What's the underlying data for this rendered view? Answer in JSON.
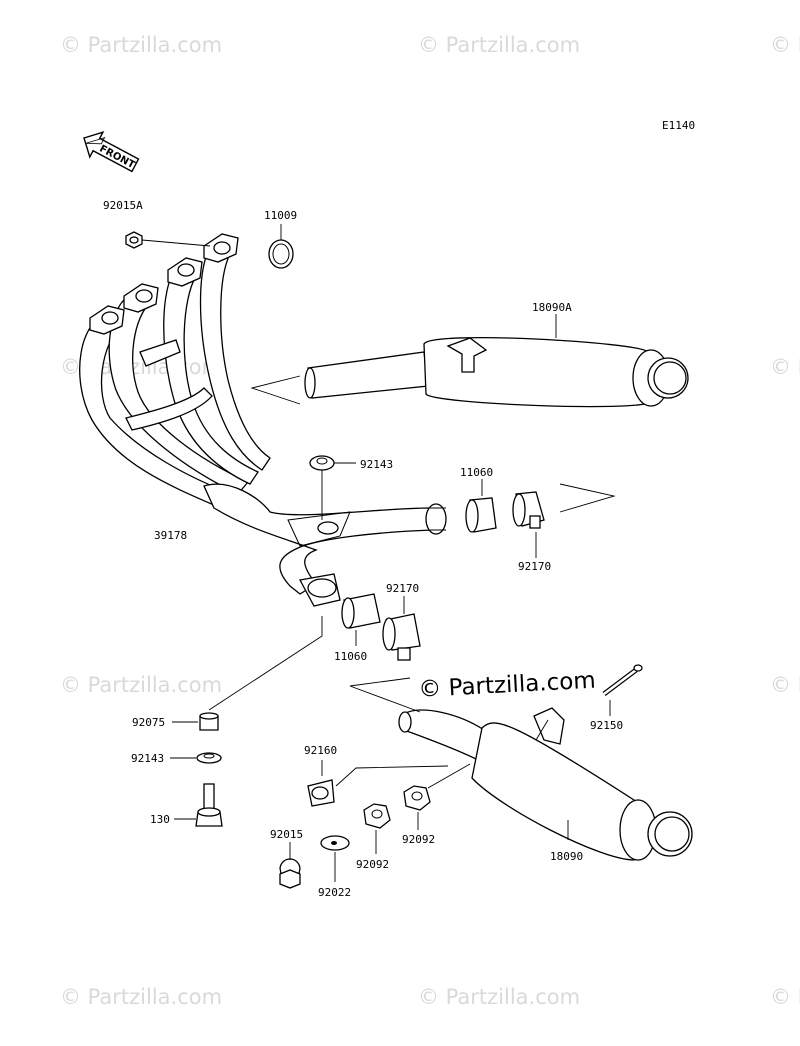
{
  "diagram_code": "E1140",
  "front_label": "FRONT",
  "watermark": "© Partzilla.com",
  "parts": [
    {
      "id": "p-92015A",
      "label": "92015A"
    },
    {
      "id": "p-11009",
      "label": "11009"
    },
    {
      "id": "p-18090A",
      "label": "18090A"
    },
    {
      "id": "p-92143-top",
      "label": "92143"
    },
    {
      "id": "p-11060-right",
      "label": "11060"
    },
    {
      "id": "p-39178",
      "label": "39178"
    },
    {
      "id": "p-92170-right",
      "label": "92170"
    },
    {
      "id": "p-92170-mid",
      "label": "92170"
    },
    {
      "id": "p-11060-mid",
      "label": "11060"
    },
    {
      "id": "p-92075",
      "label": "92075"
    },
    {
      "id": "p-92150",
      "label": "92150"
    },
    {
      "id": "p-92143-low",
      "label": "92143"
    },
    {
      "id": "p-92160",
      "label": "92160"
    },
    {
      "id": "p-130",
      "label": "130"
    },
    {
      "id": "p-92015",
      "label": "92015"
    },
    {
      "id": "p-92092-right",
      "label": "92092"
    },
    {
      "id": "p-92092-low",
      "label": "92092"
    },
    {
      "id": "p-92022",
      "label": "92022"
    },
    {
      "id": "p-18090",
      "label": "18090"
    }
  ]
}
